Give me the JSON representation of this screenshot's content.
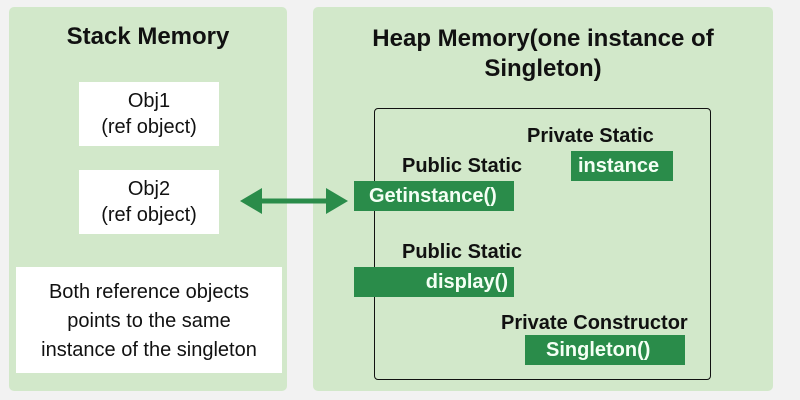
{
  "colors": {
    "background": "#f2f2f2",
    "panel": "#d2e8ca",
    "accent_green": "#2a8c4a",
    "box_white": "#ffffff",
    "text": "#111111"
  },
  "stack": {
    "title": "Stack Memory",
    "objects": [
      {
        "name": "Obj1",
        "desc": "(ref object)"
      },
      {
        "name": "Obj2",
        "desc": "(ref object)"
      }
    ],
    "note_lines": [
      "Both reference objects",
      "points to the same",
      "instance of the singleton"
    ]
  },
  "heap": {
    "title_line1": "Heap Memory(one instance of",
    "title_line2": "Singleton)",
    "members": {
      "instance": {
        "modifier": "Private Static",
        "name": "instance"
      },
      "getinstance": {
        "modifier": "Public Static",
        "name": "Getinstance()"
      },
      "display": {
        "modifier": "Public Static",
        "name": "display()"
      },
      "constructor": {
        "modifier": "Private Constructor",
        "name": "Singleton()"
      }
    }
  },
  "connector": {
    "type": "bidirectional-arrow",
    "from": "Obj2",
    "to": "Getinstance()"
  }
}
